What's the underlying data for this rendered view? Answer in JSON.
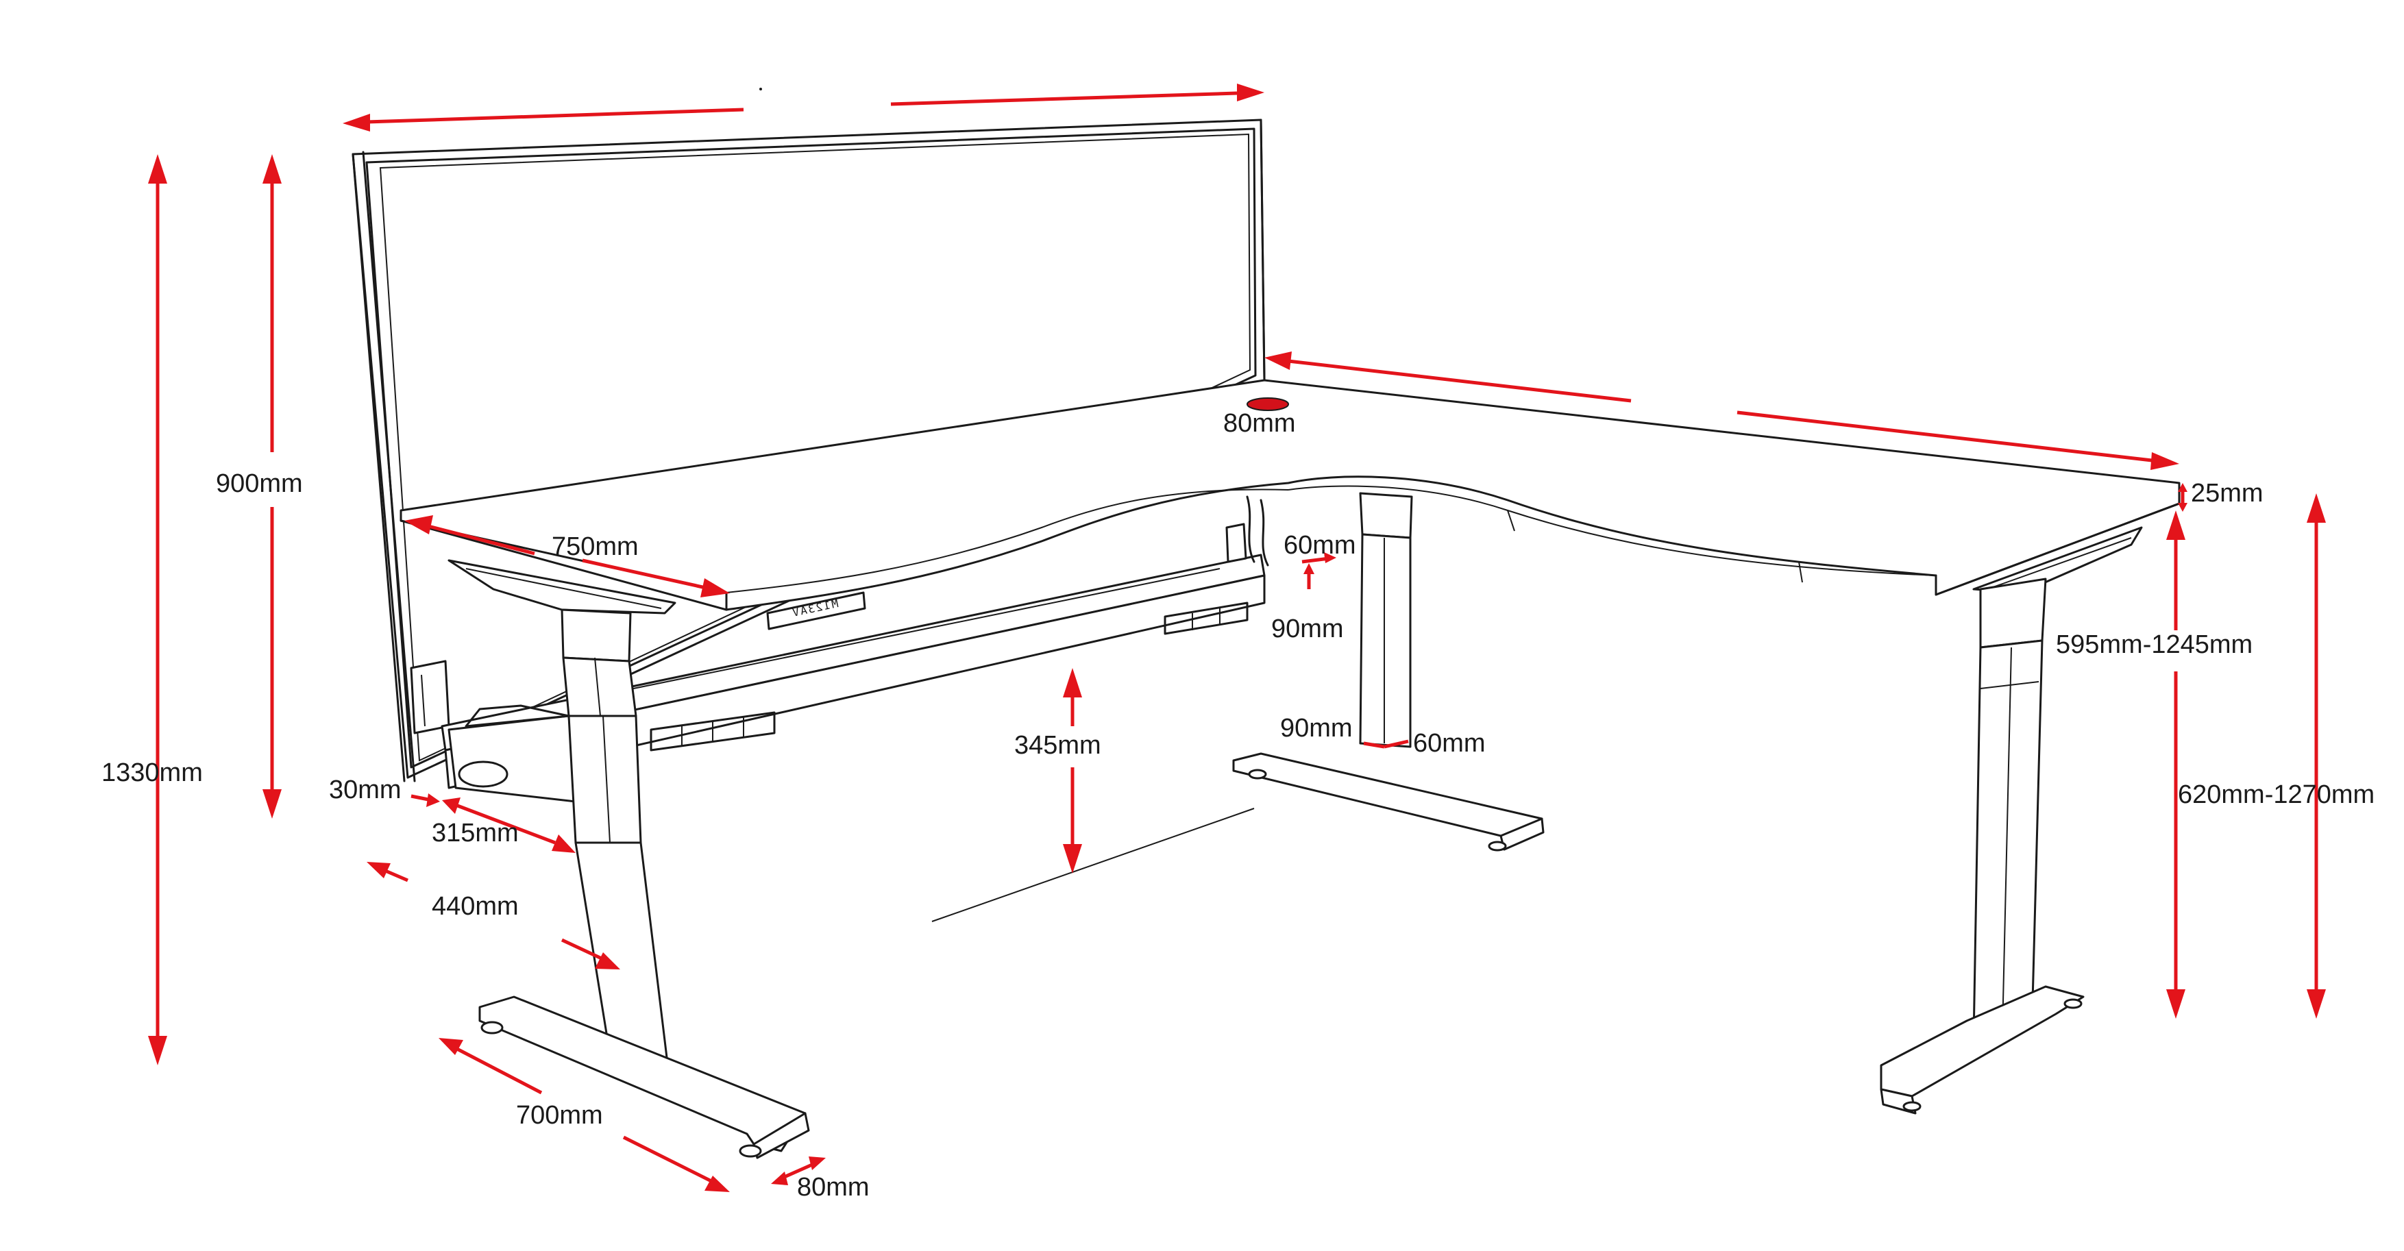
{
  "dimensions": {
    "screen_height": "900mm",
    "total_height": "1330mm",
    "grommet": "80mm",
    "desk_depth": "750mm",
    "leg_top_width": "60mm",
    "leg_top_depth": "90mm",
    "leg_width": "60mm",
    "leg_depth": "90mm",
    "top_thickness": "25mm",
    "desk_height_range": "595mm-1245mm",
    "overall_height_range": "620mm-1270mm",
    "beam_height": "345mm",
    "screen_gap": "30mm",
    "inset_315": "315mm",
    "inset_440": "440mm",
    "foot_length": "700mm",
    "foot_width": "80mm"
  },
  "keypad": {
    "label": "M123AV"
  },
  "colors": {
    "arrow": "#e3141b",
    "line": "#1a1a1a",
    "background": "#ffffff"
  }
}
